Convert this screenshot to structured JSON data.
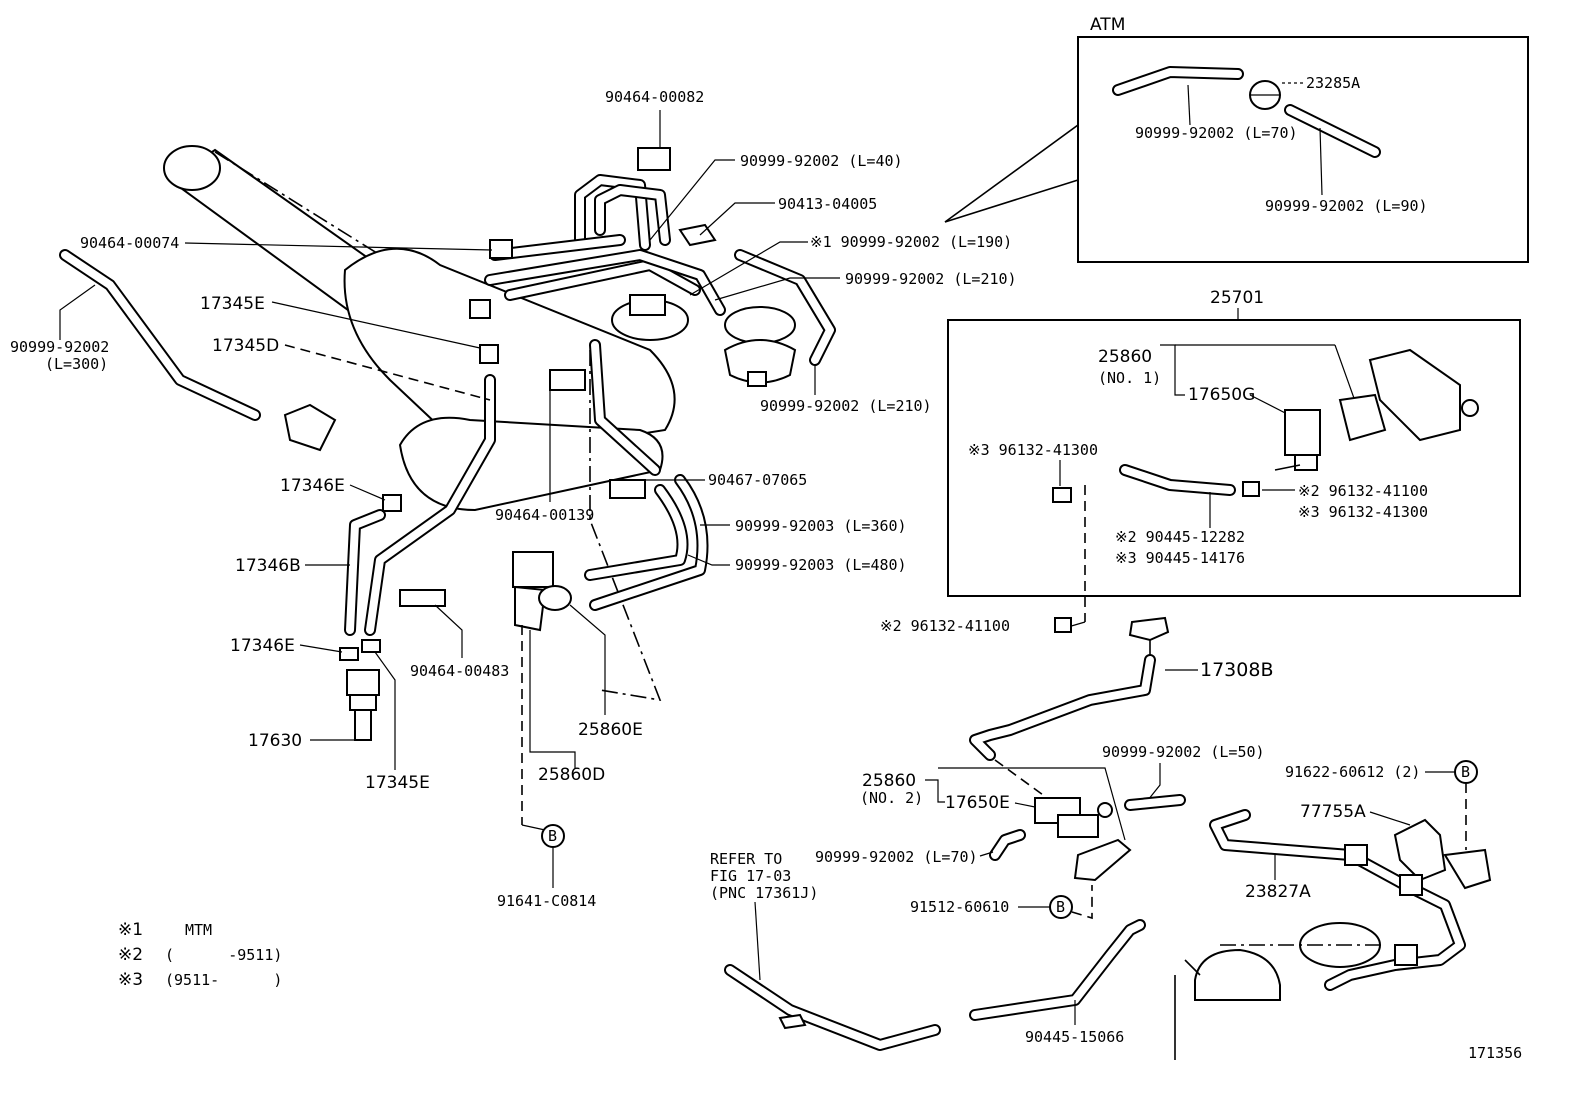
{
  "labels": {
    "atm": "ATM",
    "p23285A": "23285A",
    "h_atm_70": "90999-92002 (L=70)",
    "h_atm_90": "90999-92002 (L=90)",
    "p90464_00082": "90464-00082",
    "h_l40": "90999-92002 (L=40)",
    "p90413_04005": "90413-04005",
    "h_l190": "※1 90999-92002 (L=190)",
    "h_l210a": "90999-92002 (L=210)",
    "h_l210b": "90999-92002 (L=210)",
    "p90464_00074": "90464-00074",
    "h_l300a": "90999-92002",
    "h_l300b": "(L=300)",
    "p17345E_top": "17345E",
    "p17345D": "17345D",
    "p17346E_top": "17346E",
    "p17346B": "17346B",
    "p17346E_bot": "17346E",
    "p17630": "17630",
    "p17345E_bot": "17345E",
    "p90464_00483": "90464-00483",
    "p90464_00139": "90464-00139",
    "p90467_07065": "90467-07065",
    "h_l360": "90999-92003 (L=360)",
    "h_l480": "90999-92003 (L=480)",
    "p25860E": "25860E",
    "p25860D": "25860D",
    "p91641": "91641-C0814",
    "p25701": "25701",
    "p25860_no1_a": "25860",
    "p25860_no1_b": "(NO. 1)",
    "p17650G": "17650G",
    "c3_96132_top": "※3 96132-41300",
    "c2_96132_r": "※2 96132-41100",
    "c3_96132_r": "※3 96132-41300",
    "c2_90445": "※2 90445-12282",
    "c3_90445": "※3 90445-14176",
    "c2_96132_bot": "※2 96132-41100",
    "p17308B": "17308B",
    "h_l50": "90999-92002 (L=50)",
    "p25860_no2_a": "25860",
    "p25860_no2_b": "(NO. 2)",
    "p17650E": "17650E",
    "h_l70b": "90999-92002 (L=70)",
    "p91512": "91512-60610",
    "p91622": "91622-60612 (2)",
    "p77755A": "77755A",
    "p23827A": "23827A",
    "p90445_15066": "90445-15066",
    "refer1": "REFER TO",
    "refer2": "FIG 17-03",
    "refer3": "(PNC 17361J)",
    "b_marker": "B",
    "fig_no": "171356"
  },
  "legend": [
    {
      "mark": "※1",
      "text": "MTM"
    },
    {
      "mark": "※2",
      "text": "(      -9511)"
    },
    {
      "mark": "※3",
      "text": "(9511-      )"
    }
  ]
}
